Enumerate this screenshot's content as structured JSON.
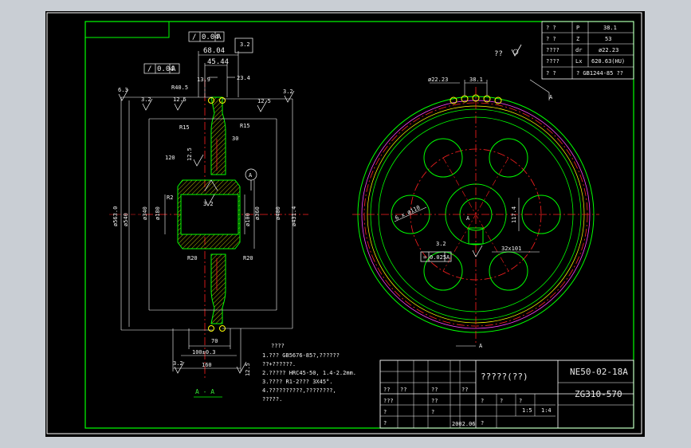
{
  "viewport": {
    "bg": "#000000",
    "frame": "#ffffff",
    "border": "#00ff00"
  },
  "colors": {
    "outline": "#00ff00",
    "dim": "#ffffff",
    "center": "#ff2020",
    "hatch": "#ffff00",
    "hidden": "#ff40ff",
    "accent": "#00e5ff"
  },
  "section": {
    "label": "A - A",
    "dims": {
      "d1": "68.04",
      "d2": "45.44",
      "d3": "13.9",
      "d4": "23.4",
      "d5": "R40.5",
      "d6": "R15",
      "d7": "R15",
      "d8": "30",
      "d9": "120",
      "d10": "R2",
      "d11": "R20",
      "d12": "R20",
      "d13": "70",
      "d14": "100±0.3",
      "d15": "160",
      "d16": "ø180",
      "d17": "ø340",
      "d18": "ø360",
      "d19": "ø400",
      "d20": "ø431.4",
      "d21": "ø563.0",
      "d22": "ø540",
      "d23": "ø100",
      "r1": "3.2",
      "r2": "3.2",
      "r3": "12.5",
      "r4": "12.5",
      "r5": "3.2",
      "r6": "12.5",
      "r7": "3.2",
      "r8": "3.2",
      "r9": "12.5",
      "r10": "6.3",
      "r11": "3.2"
    },
    "tol1": {
      "sym": "/",
      "val": "0.04",
      "ref": "A"
    },
    "tol2": {
      "sym": "/",
      "val": "0.04",
      "ref": "A"
    },
    "datum": "A"
  },
  "front": {
    "label_top": "ø22.23",
    "label_pitch": "38.1",
    "dim_r": "6 x ø110",
    "dim_keyw": "117.4",
    "dim_key": "32x101",
    "tol": {
      "sym": "=",
      "val": "0.025",
      "ref": "A"
    },
    "rough": "3.2",
    "arrow_a_top": "A",
    "arrow_a_bottom": "A",
    "center_a": "A"
  },
  "params": {
    "rows": [
      {
        "name": "? ?",
        "sym": "P",
        "val": "38.1"
      },
      {
        "name": "? ?",
        "sym": "Z",
        "val": "53"
      },
      {
        "name": "????",
        "sym": "dr",
        "val": "ø22.23"
      },
      {
        "name": "????",
        "sym": "Lx",
        "val": "620.63(HU)"
      },
      {
        "name": "? ?",
        "sym": "",
        "val": "? GB1244-85 ??"
      }
    ],
    "rough_label": "??"
  },
  "notes": {
    "title": "????",
    "lines": [
      "1.??? GB5676-85?,??????",
      "  ??+??????.",
      "2.?????  HRC45-50,  1.4-2.2mm.",
      "3.????  R1-2???     3X45°.",
      "4.??????????,????????,",
      "  ?????."
    ]
  },
  "titleblock": {
    "name": "?????(??)",
    "drawing_no": "NE50-02-18A",
    "material": "ZG310-570",
    "scale": "1:5",
    "sheets": "1:4",
    "date": "2002.06",
    "h1": "??",
    "h2": "??",
    "h3": "??",
    "h4": "??",
    "r1a": "???",
    "r1b": "??",
    "r2a": "?",
    "r2b": "?",
    "r2c": "?",
    "r3a": "?",
    "r3b": "?",
    "s1": "?",
    "s2": "?"
  }
}
